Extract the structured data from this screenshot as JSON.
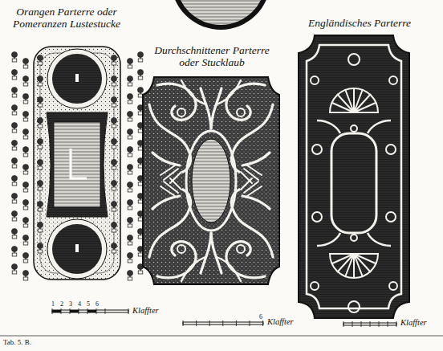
{
  "diagram": {
    "labels": [
      "Orangen Parterre oder Pomeranzen Lustestucke",
      "Durchschnittener Parterre oder Stucklaub",
      "Engländisches Parterre",
      "1",
      "2",
      "3",
      "4",
      "5",
      "6",
      "Klaffter",
      "6",
      "Klaffter",
      "Klaffter",
      "Tab. 5. B."
    ]
  }
}
